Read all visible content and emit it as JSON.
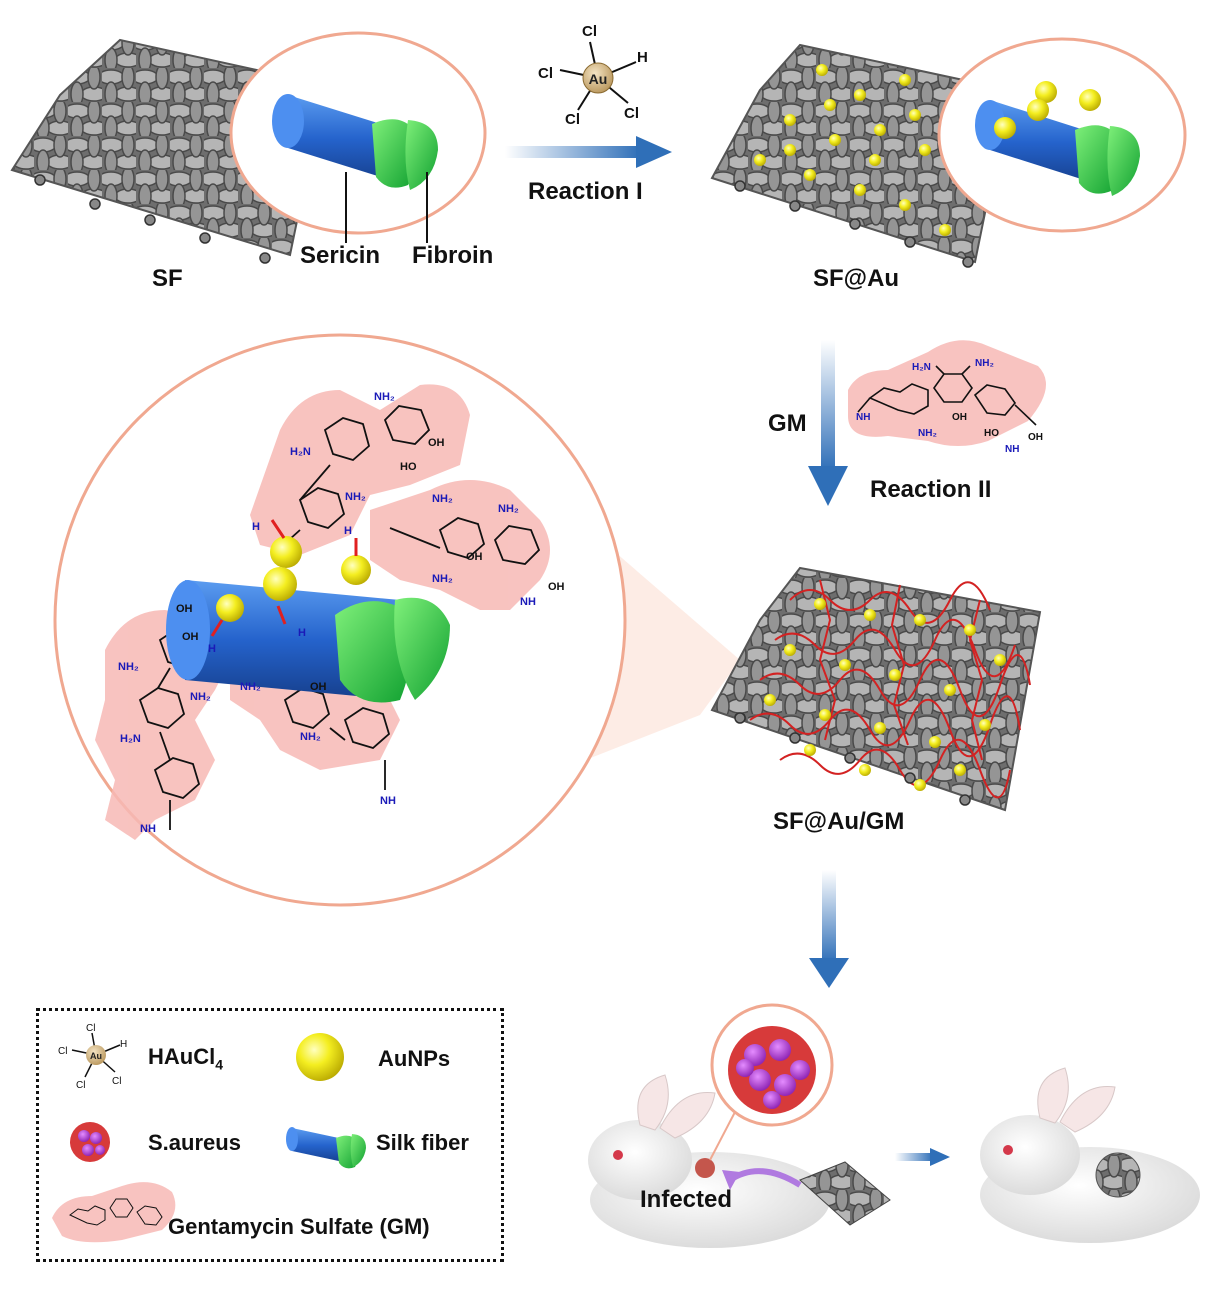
{
  "labels": {
    "sf": "SF",
    "sericin": "Sericin",
    "fibroin": "Fibroin",
    "reaction1": "Reaction  I",
    "sf_au": "SF@Au",
    "gm": "GM",
    "reaction2": "Reaction  II",
    "sf_au_gm": "SF@Au/GM",
    "infected": "Infected"
  },
  "molecule": {
    "center": "Au",
    "ligands": [
      "Cl",
      "Cl",
      "Cl",
      "Cl",
      "H"
    ]
  },
  "gm_structure_labels": {
    "amine": "NH₂",
    "amine_left": "H₂N",
    "hydroxyl": "OH",
    "ho": "HO",
    "methylamine": "NH",
    "hydrogen": "H"
  },
  "legend": {
    "haucl4_main": "HAuCl",
    "haucl4_sub": "4",
    "aunps": "AuNPs",
    "saureus": "S.aureus",
    "silk_fiber": "Silk fiber",
    "gm_full": "Gentamycin Sulfate (GM)"
  },
  "colors": {
    "fiber_blue": "#2a6fd6",
    "fibroin_green": "#22c24a",
    "gold_np": "#f2ee18",
    "circle_outline": "#f0a890",
    "arrow_blue": "#3c7cc4",
    "gm_highlight": "#f7b9b5",
    "polymer_red": "#d32222",
    "bacteria_purple": "#b63be0"
  }
}
